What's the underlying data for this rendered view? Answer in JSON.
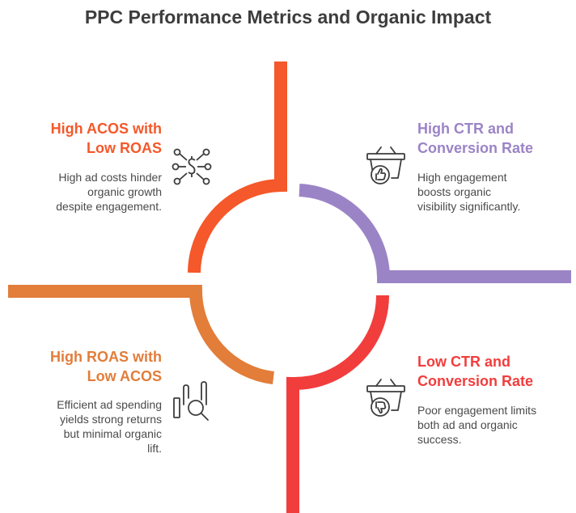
{
  "title": "PPC Performance Metrics and Organic Impact",
  "colors": {
    "top_left": "#f5582a",
    "top_right": "#9b84c6",
    "bottom_right": "#f23d3d",
    "bottom_left": "#e27d3a",
    "text": "#4a4a4a",
    "icon": "#3d3d3d"
  },
  "quadrants": {
    "top_left": {
      "title_line1": "High ACOS with",
      "title_line2": "Low ROAS",
      "desc_line1": "High ad costs hinder",
      "desc_line2": "organic growth",
      "desc_line3": "despite engagement.",
      "icon": "money-network-icon"
    },
    "top_right": {
      "title_line1": "High CTR and",
      "title_line2": "Conversion Rate",
      "desc_line1": "High engagement",
      "desc_line2": "boosts organic",
      "desc_line3": "visibility significantly.",
      "icon": "basket-thumbs-up-icon"
    },
    "bottom_left": {
      "title_line1": "High ROAS with",
      "title_line2": "Low ACOS",
      "desc_line1": "Efficient ad spending",
      "desc_line2": "yields strong returns",
      "desc_line3": "but minimal organic",
      "desc_line4": "lift.",
      "icon": "chart-magnifier-icon"
    },
    "bottom_right": {
      "title_line1": "Low CTR and",
      "title_line2": "Conversion Rate",
      "desc_line1": "Poor engagement limits",
      "desc_line2": "both ad and organic",
      "desc_line3": "success.",
      "icon": "basket-thumbs-down-icon"
    }
  }
}
